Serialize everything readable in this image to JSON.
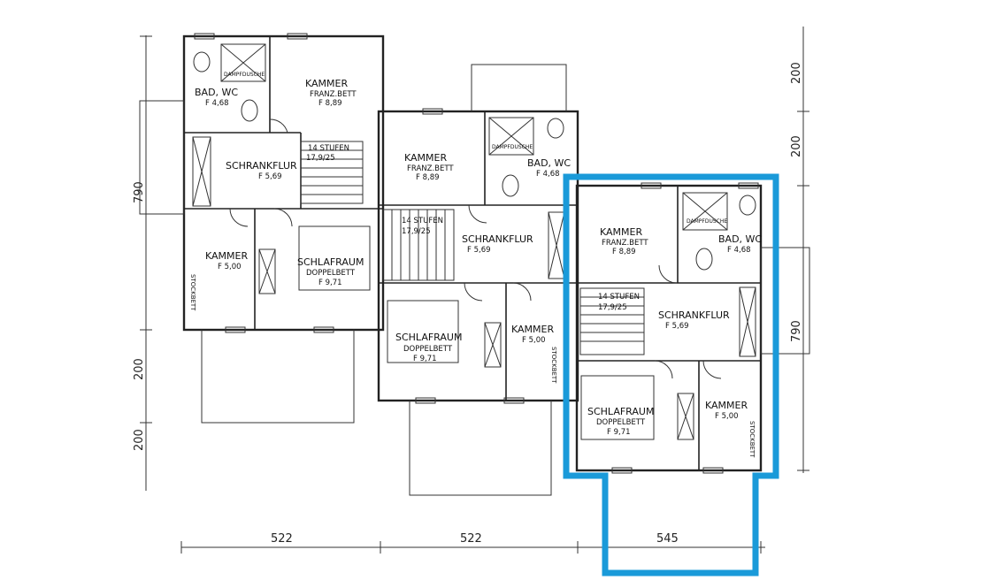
{
  "unit_left": {
    "bath_name": "BAD, WC",
    "bath_area": "F 4,68",
    "shower": "DAMPFDUSCHE",
    "kammer1_name": "KAMMER",
    "kammer1_bed": "FRANZ.BETT",
    "kammer1_area": "F 8,89",
    "stairs": "14 STUFEN",
    "stairs_ratio": "17,9/25",
    "flur_name": "SCHRANKFLUR",
    "flur_area": "F 5,69",
    "kammer2_name": "KAMMER",
    "kammer2_area": "F 5,00",
    "kammer2_bed": "STOCKBETT",
    "schlaf_name": "SCHLAFRAUM",
    "schlaf_bed": "DOPPELBETT",
    "schlaf_area": "F 9,71"
  },
  "unit_middle": {
    "kammer1_name": "KAMMER",
    "kammer1_bed": "FRANZ.BETT",
    "kammer1_area": "F 8,89",
    "bath_name": "BAD, WC",
    "bath_area": "F 4,68",
    "shower": "DAMPFDUSCHE",
    "stairs": "14 STUFEN",
    "stairs_ratio": "17,9/25",
    "flur_name": "SCHRANKFLUR",
    "flur_area": "F 5,69",
    "schlaf_name": "SCHLAFRAUM",
    "schlaf_bed": "DOPPELBETT",
    "schlaf_area": "F 9,71",
    "kammer2_name": "KAMMER",
    "kammer2_area": "F 5,00",
    "kammer2_bed": "STOCKBETT"
  },
  "unit_right": {
    "kammer1_name": "KAMMER",
    "kammer1_bed": "FRANZ.BETT",
    "kammer1_area": "F 8,89",
    "bath_name": "BAD, WC",
    "bath_area": "F 4,68",
    "shower": "DAMPFDUSCHE",
    "stairs": "14 STUFEN",
    "stairs_ratio": "17,9/25",
    "flur_name": "SCHRANKFLUR",
    "flur_area": "F 5,69",
    "schlaf_name": "SCHLAFRAUM",
    "schlaf_bed": "DOPPELBETT",
    "schlaf_area": "F 9,71",
    "kammer2_name": "KAMMER",
    "kammer2_area": "F 5,00",
    "kammer2_bed": "STOCKBETT"
  },
  "dimensions": {
    "bottom": [
      "522",
      "522",
      "545"
    ],
    "left_790": "790",
    "left_200a": "200",
    "left_200b": "200",
    "right_200a": "200",
    "right_200b": "200",
    "right_790": "790"
  },
  "highlight": {
    "color": "#1a9ad9"
  }
}
